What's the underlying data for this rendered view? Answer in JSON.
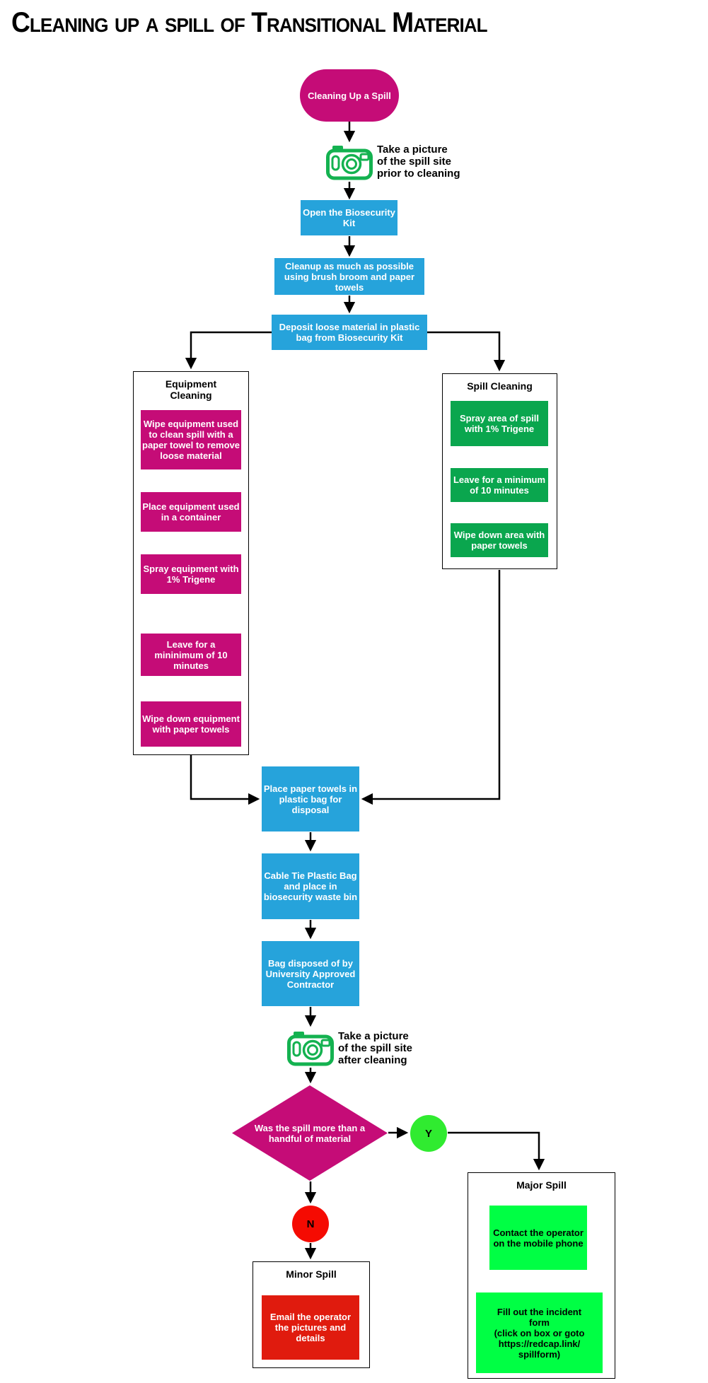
{
  "title": "Cleaning up a spill of Transitional Material",
  "start_node": "Cleaning Up a Spill",
  "photos": {
    "before": "Take a picture\nof the spill site\nprior to cleaning",
    "after": "Take a picture\nof the spill site\nafter cleaning"
  },
  "steps": {
    "open_kit": "Open the Biosecurity Kit",
    "cleanup": "Cleanup as much as possible using brush broom and paper towels",
    "deposit": "Deposit loose material in plastic bag from Biosecurity Kit",
    "place_towels": "Place paper towels in plastic bag for disposal",
    "cable_tie": "Cable Tie Plastic Bag and place in biosecurity waste bin",
    "bag_disposed": "Bag disposed of by University Approved Contractor"
  },
  "equipment_cleaning": {
    "title": "Equipment Cleaning",
    "steps": [
      "Wipe equipment used to clean spill with a paper towel to remove loose material",
      "Place equipment used in a container",
      "Spray equipment with 1% Trigene",
      "Leave for a mininimum of 10 minutes",
      "Wipe down equipment with paper towels"
    ]
  },
  "spill_cleaning": {
    "title": "Spill Cleaning",
    "steps": [
      "Spray area of spill with 1% Trigene",
      "Leave for a minimum of 10 minutes",
      "Wipe down area with  paper towels"
    ]
  },
  "decision": {
    "question": "Was the spill more than a handful of material",
    "yes_label": "Y",
    "no_label": "N"
  },
  "major_spill": {
    "title": "Major Spill",
    "steps": [
      "Contact the operator on the mobile phone",
      "Fill out the incident\nform\n(click on box or goto\nhttps://redcap.link/\nspillform)"
    ]
  },
  "minor_spill": {
    "title": "Minor Spill",
    "steps": [
      "Email the operator the pictures and details"
    ]
  },
  "colors": {
    "magenta": "#C50C77",
    "blue": "#26A3DB",
    "green": "#0AA64E",
    "bright_green": "#00FF44",
    "yes_green": "#30EB30",
    "red_circle": "#F50B02",
    "red_box": "#E01B0E",
    "camera_green": "#14B250"
  }
}
